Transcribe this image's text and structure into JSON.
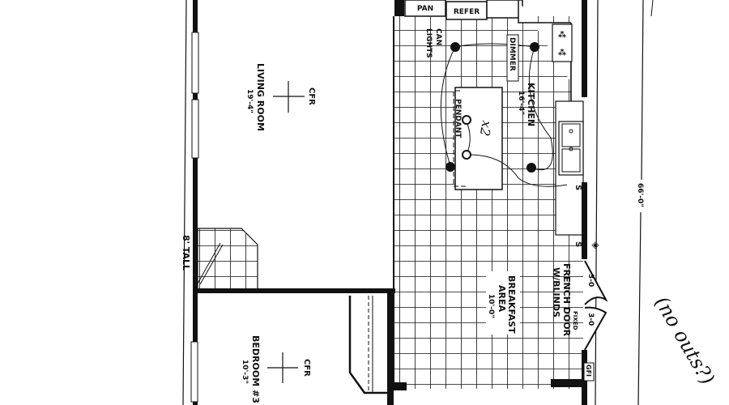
{
  "rooms": {
    "living_room": {
      "name": "LIVING ROOM",
      "size": "19'-4\"",
      "fixture": "CFR"
    },
    "bedroom": {
      "name": "BEDROOM #3",
      "size": "10'-3\"",
      "fixture": "CFR"
    },
    "kitchen": {
      "name": "KITCHEN",
      "size": "16'-4\""
    },
    "breakfast": {
      "name": "BREAKFAST",
      "name2": "AREA",
      "size": "10'-0\""
    }
  },
  "labels": {
    "pantry": "PAN",
    "refer": "REFER",
    "can_lights_1": "CAN",
    "can_lights_2": "LIGHTS",
    "dimmer": "DIMMER",
    "pendant": "PENDANT",
    "pendant_count": "x2",
    "french_door_1": "FRENCH DOOR",
    "french_door_2": "W/BLINDS",
    "fixed": "FIXED",
    "door_width_1": "3-0",
    "door_width_2": "3-0",
    "gfi": "GFI",
    "switch_1": "S",
    "switch_2": "S",
    "wall_height": "8' TALL",
    "overall_dimension": "66'-0\"",
    "handwritten_note": "(no outs?)"
  },
  "colors": {
    "ink": "#111111",
    "paper": "#ffffff"
  }
}
